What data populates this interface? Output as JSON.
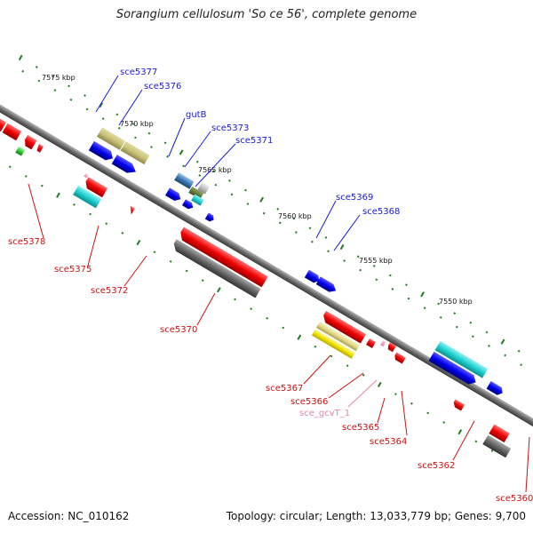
{
  "title": "Sorangium cellulosum 'So ce 56', complete genome",
  "footer": {
    "accession": "Accession: NC_010162",
    "summary": "Topology: circular; Length: 13,033,779 bp; Genes: 9,700"
  },
  "ticks": [
    "7575 kbp",
    "7570 kbp",
    "7565 kbp",
    "7560 kbp",
    "7555 kbp",
    "7550 kbp"
  ],
  "labels": {
    "sce5377": "sce5377",
    "sce5376": "sce5376",
    "gutB": "gutB",
    "sce5373": "sce5373",
    "sce5371": "sce5371",
    "sce5369": "sce5369",
    "sce5368": "sce5368",
    "sce5378": "sce5378",
    "sce5375": "sce5375",
    "sce5372": "sce5372",
    "sce5370": "sce5370",
    "sce5367": "sce5367",
    "sce5366": "sce5366",
    "sce_gcvT_1": "sce_gcvT_1",
    "sce5365": "sce5365",
    "sce5364": "sce5364",
    "sce5362": "sce5362",
    "sce5360": "sce5360"
  },
  "colors": {
    "forward_label": "#1a1ad6",
    "reverse_label": "#cc1111",
    "pseudo_label": "#e67fb0",
    "backbone": "#7a7a7a",
    "tick": "#1e7a1e"
  }
}
